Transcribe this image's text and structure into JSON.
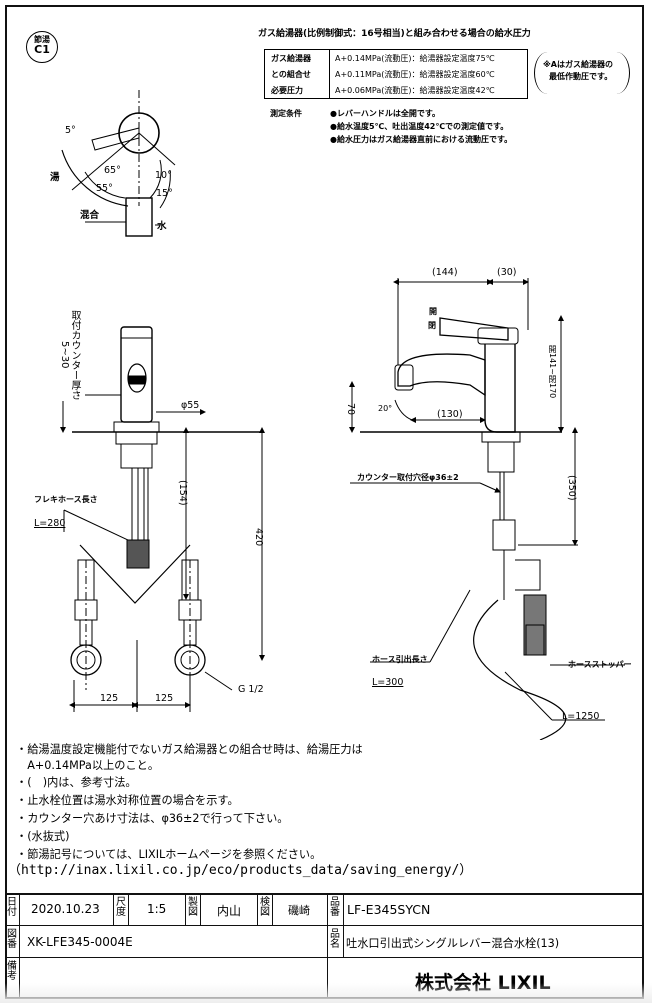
{
  "badge": {
    "top": "節湯",
    "bottom": "C1"
  },
  "pressure_table": {
    "title": "ガス給湯器(比例制御式：16号相当)と組み合わせる場合の給水圧力",
    "row_labels": [
      "ガス給湯器",
      "との組合せ",
      "必要圧力"
    ],
    "rows": [
      "A+0.14MPa(流動圧)：給湯器設定温度75℃",
      "A+0.11MPa(流動圧)：給湯器設定温度60℃",
      "A+0.06MPa(流動圧)：給湯器設定温度42℃"
    ],
    "bracket_note": [
      "※Aはガス給湯器の",
      "最低作動圧です。"
    ],
    "conditions_label": "測定条件",
    "conditions": [
      "●レバーハンドルは全開です。",
      "●給水温度5℃、吐出温度42℃での測定値です。",
      "●給水圧力はガス給湯器直前における流動圧です。"
    ]
  },
  "top_view": {
    "angles": [
      "5°",
      "65°",
      "10°",
      "55°",
      "15°"
    ],
    "labels": {
      "hot": "湯",
      "mixed": "混合",
      "water": "水"
    }
  },
  "front_view": {
    "counter_label": "取付カウンター厚さ 5~30",
    "diameter": "φ55",
    "dim_154": "(154)",
    "dim_420": "420",
    "flex_label": "フレキホース長さ",
    "flex_len": "L=280",
    "dim_125_left": "125",
    "dim_125_right": "125",
    "thread": "G 1/2"
  },
  "side_view": {
    "dim_144": "(144)",
    "dim_30": "(30)",
    "open_close": [
      "開",
      "閉"
    ],
    "dim_height": "開141~閉170",
    "dim_70": "70",
    "angle_20": "20°",
    "dim_130": "(130)",
    "counter_hole": "カウンター取付穴径φ36±2",
    "dim_350": "(350)",
    "hose_label": "ホース引出長さ",
    "hose_len": "L=300",
    "stopper": "ホースストッパー",
    "hose_total": "L=1250"
  },
  "notes": [
    "・給湯温度設定機能付でないガス給湯器との組合せ時は、給湯圧力は",
    "　A+0.14MPa以上のこと。",
    "・(　)内は、参考寸法。",
    "・止水栓位置は湯水対称位置の場合を示す。",
    "・カウンター穴あけ寸法は、φ36±2で行って下さい。",
    "・(水抜式)",
    "・節湯記号については、LIXILホームページを参照ください。",
    "（http://inax.lixil.co.jp/eco/products_data/saving_energy/）"
  ],
  "title_block": {
    "date_label": "日付",
    "date": "2020.10.23",
    "scale_label": "尺度",
    "scale": "1:5",
    "drawn_label": "製図",
    "drawn_by": "内山",
    "checked_label": "検図",
    "checked_by": "磯崎",
    "part_no_label": "品番",
    "part_no": "LF-E345SYCN",
    "drawing_no_label": "図番",
    "drawing_no": "XK-LFE345-0004E",
    "name_label": "品名",
    "name": "吐水口引出式シングルレバー混合水栓(13)",
    "remarks_label": "備考",
    "company": "株式会社 LIXIL"
  }
}
